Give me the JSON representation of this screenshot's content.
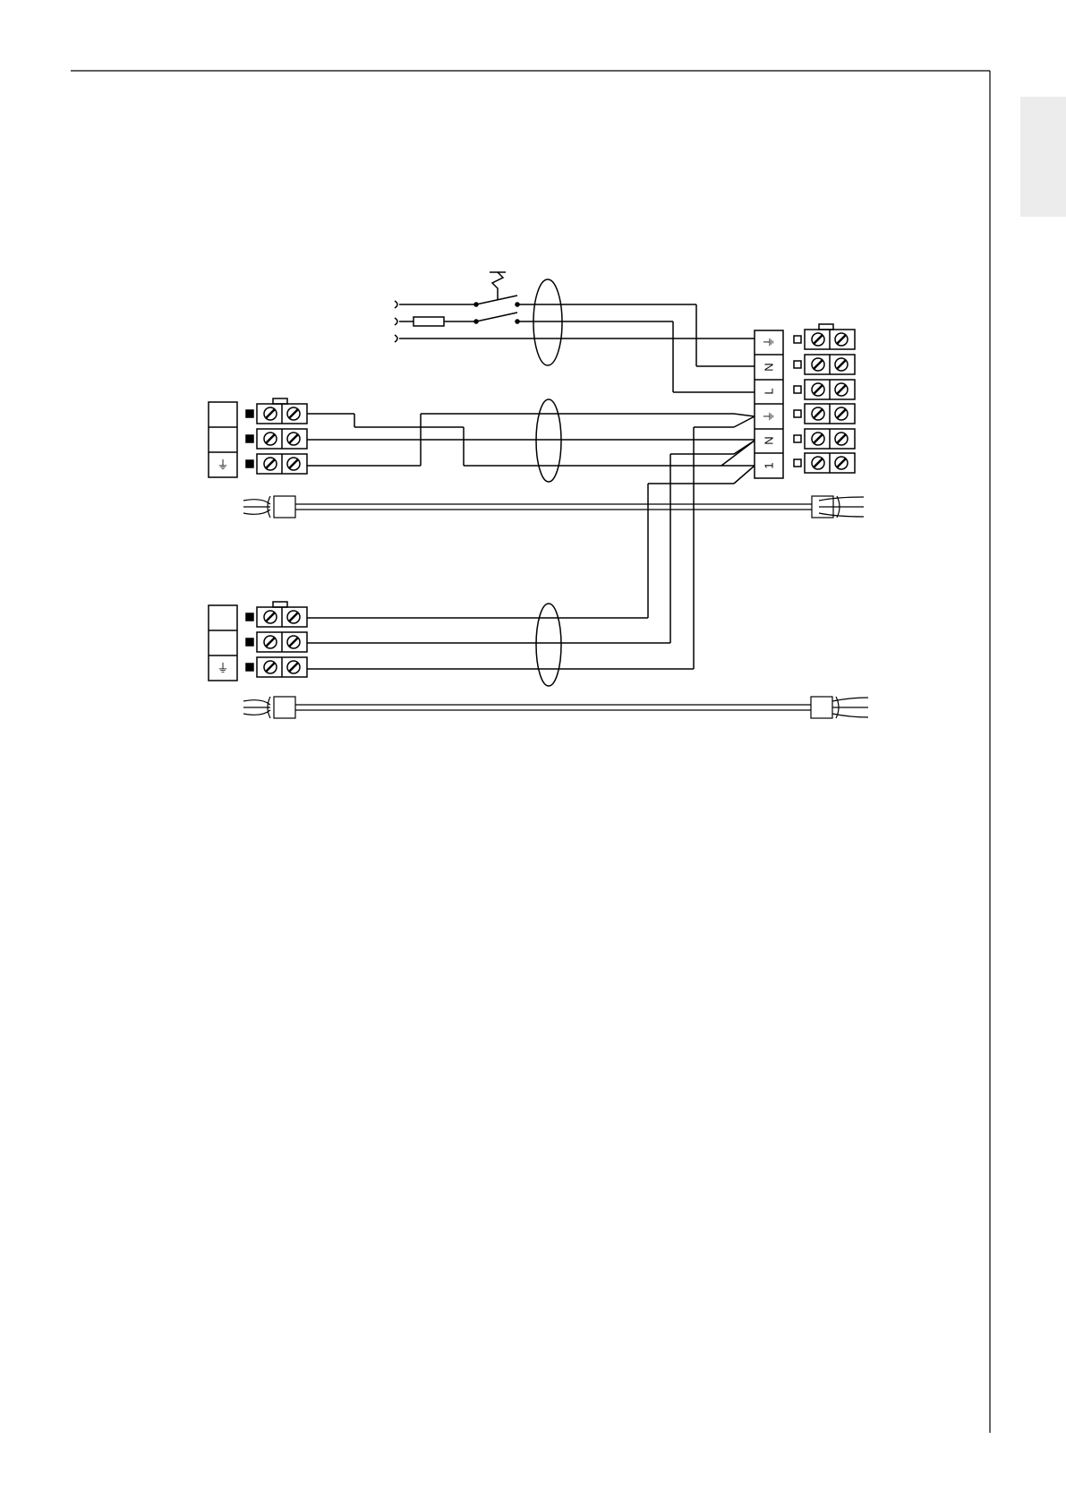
{
  "page": {
    "header_rule": true,
    "side_tab": {
      "color": "#ececec"
    }
  },
  "diagram": {
    "line_color": "#000000",
    "main_terminal_block": {
      "labels": [
        "⏚",
        "N",
        "L",
        "⏚",
        "N",
        "1"
      ]
    },
    "supply_inputs": 3,
    "remote_units": [
      {
        "terminals": 3,
        "earth_symbol": "⏚"
      },
      {
        "terminals": 3,
        "earth_symbol": "⏚"
      }
    ],
    "icons": [
      "fuse-icon",
      "switch-icon",
      "cable-bundle-icon",
      "connector-plug-icon",
      "earth-icon"
    ]
  }
}
